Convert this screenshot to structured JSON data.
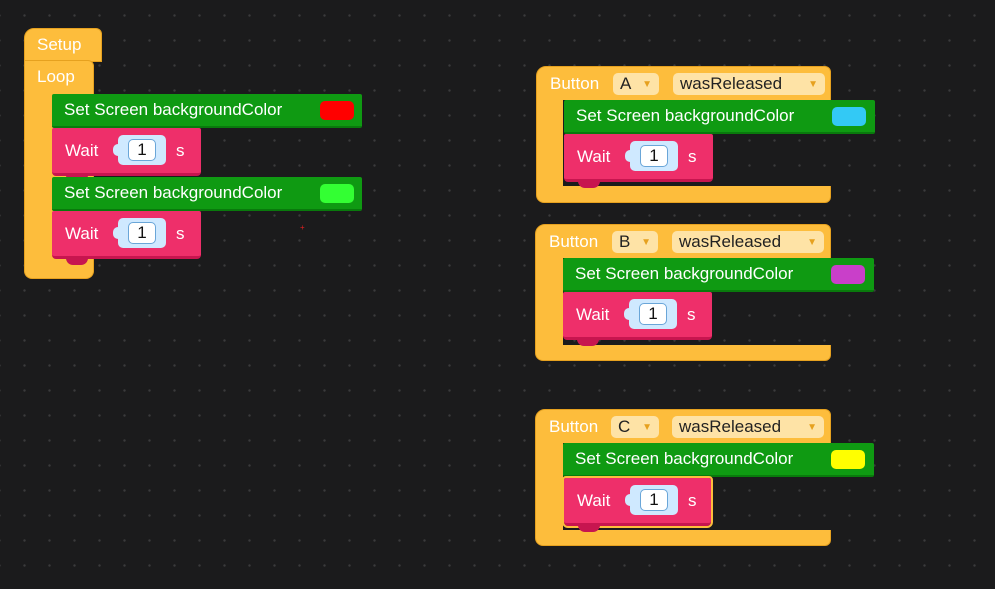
{
  "workspace": {
    "setup_block": {
      "label": "Setup"
    },
    "loop_block": {
      "label": "Loop",
      "statements": [
        {
          "type": "set_bg",
          "label": "Set Screen backgroundColor",
          "color": "#ff0000"
        },
        {
          "type": "wait",
          "label": "Wait",
          "value": "1",
          "unit": "s"
        },
        {
          "type": "set_bg",
          "label": "Set Screen backgroundColor",
          "color": "#33ff33"
        },
        {
          "type": "wait",
          "label": "Wait",
          "value": "1",
          "unit": "s"
        }
      ]
    },
    "button_events": [
      {
        "label": "Button",
        "button": "A",
        "event": "wasReleased",
        "set_label": "Set Screen backgroundColor",
        "color": "#33c9f5",
        "wait_label": "Wait",
        "wait_value": "1",
        "wait_unit": "s"
      },
      {
        "label": "Button",
        "button": "B",
        "event": "wasReleased",
        "set_label": "Set Screen backgroundColor",
        "color": "#c93fc9",
        "wait_label": "Wait",
        "wait_value": "1",
        "wait_unit": "s"
      },
      {
        "label": "Button",
        "button": "C",
        "event": "wasReleased",
        "set_label": "Set Screen backgroundColor",
        "color": "#ffff00",
        "wait_label": "Wait",
        "wait_value": "1",
        "wait_unit": "s"
      }
    ]
  },
  "colors": {
    "event_orange": "#fdbd3c",
    "display_green": "#0f9a12",
    "timer_pink": "#ee2f6a",
    "canvas": "#1b1b1c"
  }
}
